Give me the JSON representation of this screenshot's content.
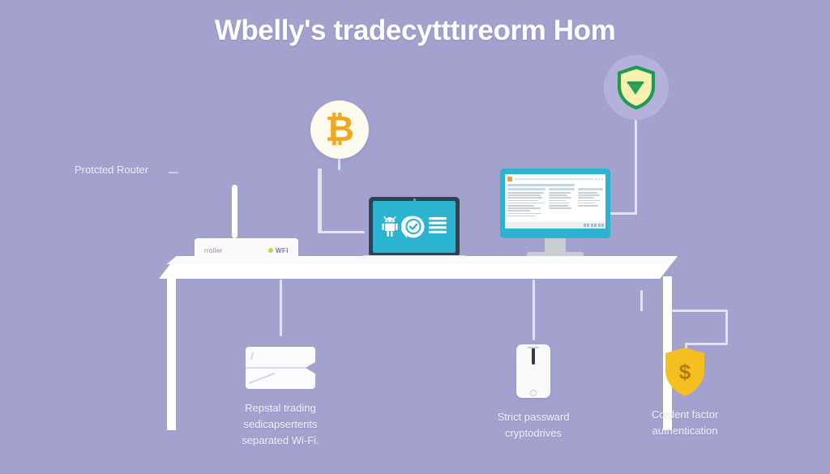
{
  "page": {
    "title": "Wbelly's tradecytttıreorm Hom",
    "background_color": "#A3A1CE",
    "connector_color": "#E4E3F3"
  },
  "router": {
    "caption": "Protcted Router",
    "device_label": "rroller",
    "wifi_label": "WFI",
    "status_dot_color": "#B9D94A",
    "icon_name": "wifi-router-icon"
  },
  "badges": {
    "bitcoin": {
      "glyph": "₿",
      "icon_name": "bitcoin-icon",
      "color": "#F0A81E",
      "circle_color": "#FDFBEF"
    },
    "shield": {
      "icon_name": "security-shield-check-icon",
      "outline_color": "#1E9A53",
      "fill_color": "#F7F0AE",
      "circle_color": "#B4B2DB"
    }
  },
  "devices": {
    "laptop": {
      "icon_name": "laptop-icon",
      "screen_color": "#2BB3CF",
      "screen_icons": [
        "android-robot-icon",
        "check-circle-icon",
        "list-lines-icon"
      ]
    },
    "monitor": {
      "icon_name": "desktop-monitor-icon",
      "bezel_color": "#2BB3CF",
      "screen_content": "document-window"
    }
  },
  "desk": {
    "color": "#FFFFFF",
    "name": "desk-surface"
  },
  "items": [
    {
      "id": "separated-wifi",
      "icon_name": "wifi-card-icon",
      "lines": [
        "Repstal trading",
        "sedicapsertents",
        "separated Wi-Fi."
      ]
    },
    {
      "id": "strict-password",
      "icon_name": "smartphone-icon",
      "lines": [
        "Strict passward",
        "cryptodrives"
      ]
    },
    {
      "id": "two-factor-auth",
      "icon_name": "dollar-shield-icon",
      "glyph": "$",
      "shield_color": "#F5BE21",
      "lines": [
        "Cordent factor",
        "authentication"
      ]
    }
  ]
}
